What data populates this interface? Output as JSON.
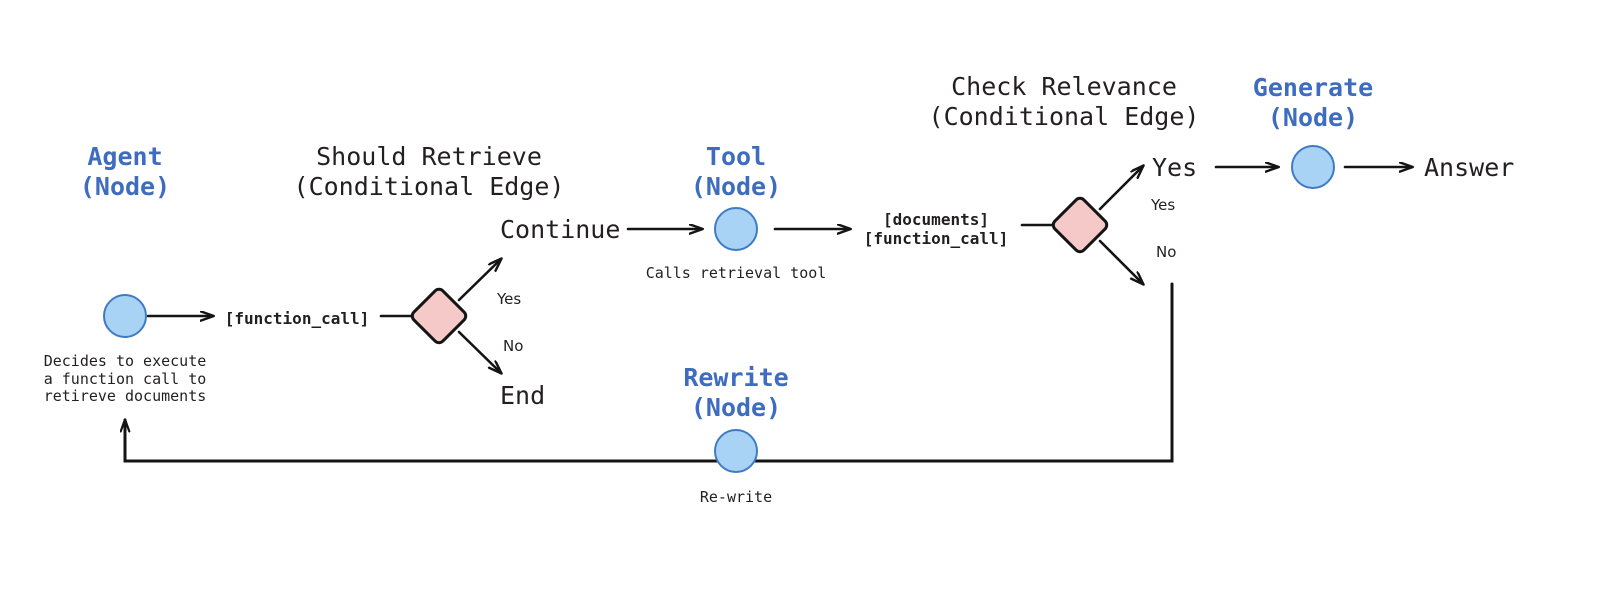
{
  "diagram": {
    "title_colors": {
      "node_title": "#3d6cc0",
      "text": "#231f20",
      "node_fill": "#a9d3f5",
      "node_stroke": "#3f7bc4",
      "decision_fill": "#f6c9c9",
      "decision_stroke": "#141414",
      "background": "#ffffff"
    },
    "nodes": [
      {
        "id": "agent",
        "title": "Agent",
        "subtitle": "(Node)",
        "caption": "Decides to execute\na function call to\nretireve documents"
      },
      {
        "id": "tool",
        "title": "Tool",
        "subtitle": "(Node)",
        "caption": "Calls retrieval tool"
      },
      {
        "id": "generate",
        "title": "Generate",
        "subtitle": "(Node)",
        "caption": ""
      },
      {
        "id": "rewrite",
        "title": "Rewrite",
        "subtitle": "(Node)",
        "caption": "Re-write"
      }
    ],
    "conditional_edges": [
      {
        "id": "should-retrieve",
        "title": "Should Retrieve",
        "subtitle": "(Conditional Edge)",
        "input_label": "[function_call]",
        "branches": [
          "Yes",
          "No"
        ]
      },
      {
        "id": "check-relevance",
        "title": "Check Relevance",
        "subtitle": "(Conditional Edge)",
        "input_label": "[documents]\n[function_call]",
        "branches": [
          "Yes",
          "No"
        ]
      }
    ],
    "edge_labels": {
      "continue": "Continue",
      "end": "End",
      "yes_big": "Yes",
      "answer": "Answer",
      "yes_small_1": "Yes",
      "no_small_1": "No",
      "yes_small_2": "Yes",
      "no_small_2": "No",
      "documents_function_call_line1": "[documents]",
      "documents_function_call_line2": "[function_call]",
      "function_call": "[function_call]"
    },
    "agent_caption_lines": [
      "Decides to execute",
      "a function call to",
      "retireve documents"
    ]
  }
}
